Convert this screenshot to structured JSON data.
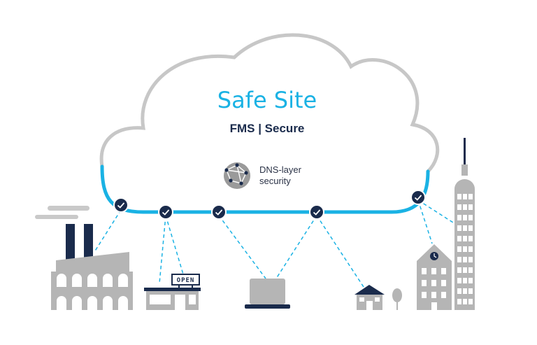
{
  "cloud": {
    "title": "Safe Site",
    "subtitle": "FMS | Secure"
  },
  "feature": {
    "icon": "globe-network-icon",
    "line1": "DNS-layer",
    "line2": "security"
  },
  "shop_sign": "OPEN",
  "colors": {
    "accent": "#1ab2e4",
    "navy": "#1a2b4c",
    "gray": "#b5b5b5",
    "cloud_outline": "#c7c7c7"
  },
  "endpoints": [
    {
      "name": "factory",
      "icon": "factory-icon"
    },
    {
      "name": "shop",
      "icon": "shop-icon"
    },
    {
      "name": "laptop",
      "icon": "laptop-icon"
    },
    {
      "name": "house",
      "icon": "house-icon"
    },
    {
      "name": "offices",
      "icon": "office-buildings-icon"
    }
  ]
}
